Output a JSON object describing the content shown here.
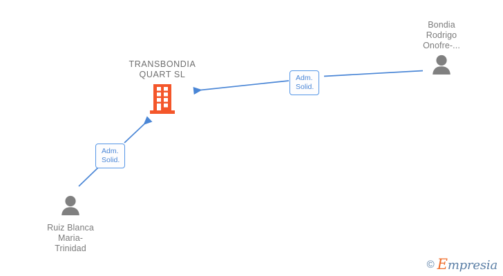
{
  "graph": {
    "company": {
      "name": "TRANSBONDIA\nQUART  SL",
      "icon": "building-icon",
      "color": "#f4562a"
    },
    "persons": [
      {
        "id": "bondia-rodrigo-onofre",
        "name": "Bondia\nRodrigo\nOnofre-...",
        "icon": "person-icon",
        "color": "#808080"
      },
      {
        "id": "ruiz-blanca-maria-trinidad",
        "name": "Ruiz Blanca\nMaria-\nTrinidad",
        "icon": "person-icon",
        "color": "#808080"
      }
    ],
    "edges": [
      {
        "id": "edge-bondia-to-company",
        "label": "Adm.\nSolid.",
        "from": "bondia-rodrigo-onofre",
        "to": "company",
        "color": "#4a86d6"
      },
      {
        "id": "edge-ruiz-to-company",
        "label": "Adm.\nSolid.",
        "from": "ruiz-blanca-maria-trinidad",
        "to": "company",
        "color": "#4a86d6"
      }
    ]
  },
  "watermark": {
    "copyright": "©",
    "brand_initial": "E",
    "brand_rest": "mpresia",
    "accent_color": "#ef6c2a",
    "text_color": "#5b7fa6"
  }
}
